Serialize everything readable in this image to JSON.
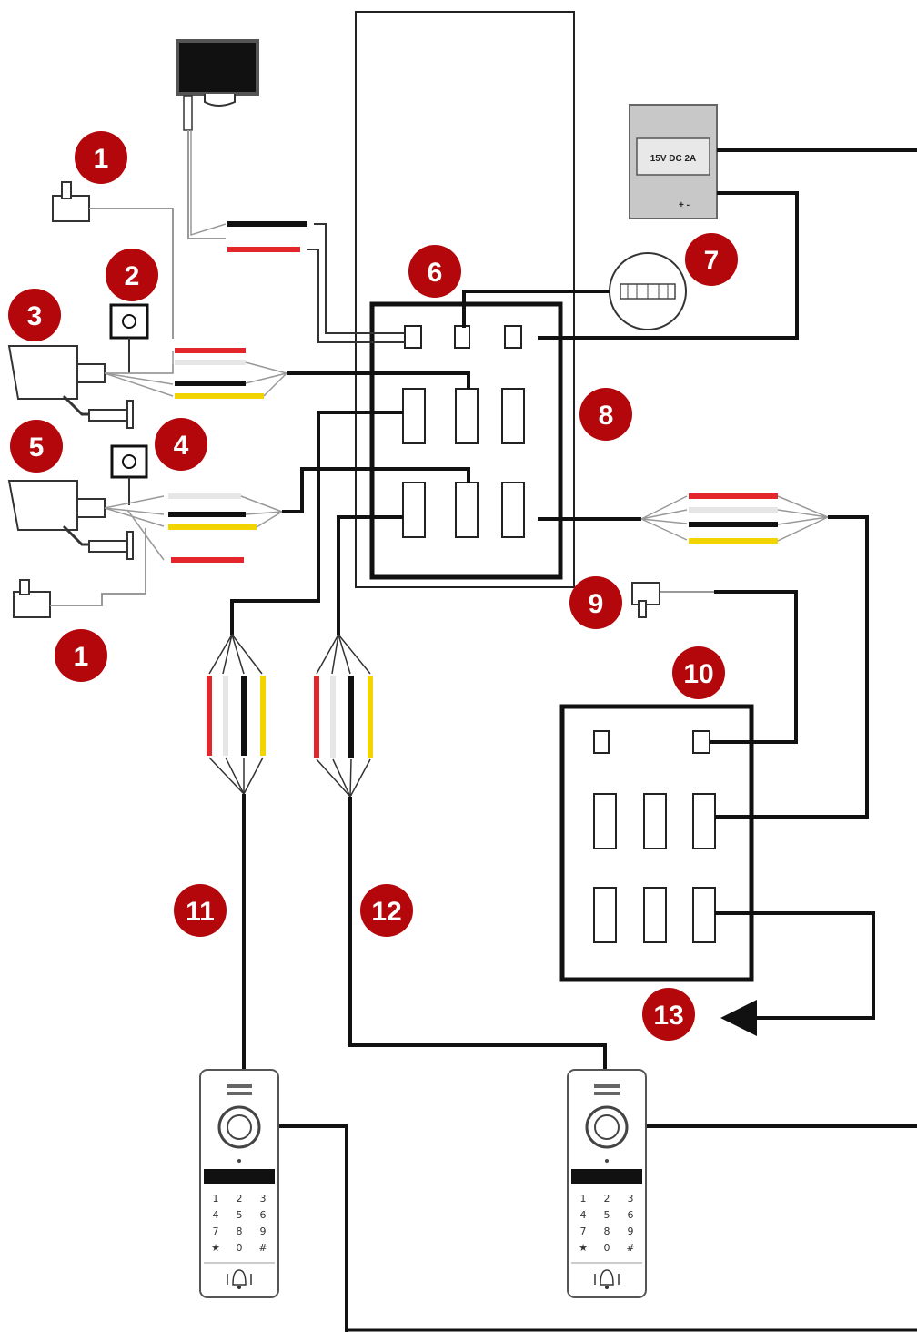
{
  "badges": [
    {
      "key": "b1a",
      "text": "1"
    },
    {
      "key": "b2",
      "text": "2"
    },
    {
      "key": "b3",
      "text": "3"
    },
    {
      "key": "b4",
      "text": "4"
    },
    {
      "key": "b5",
      "text": "5"
    },
    {
      "key": "b1b",
      "text": "1"
    },
    {
      "key": "b6",
      "text": "6"
    },
    {
      "key": "b7",
      "text": "7"
    },
    {
      "key": "b8",
      "text": "8"
    },
    {
      "key": "b9",
      "text": "9"
    },
    {
      "key": "b10",
      "text": "10"
    },
    {
      "key": "b11",
      "text": "11"
    },
    {
      "key": "b12",
      "text": "12"
    },
    {
      "key": "b13",
      "text": "13"
    }
  ],
  "power_supply": {
    "label": "15V DC 2A",
    "terminals": "+ -"
  },
  "keypad": {
    "rows": [
      [
        "1",
        "2",
        "3"
      ],
      [
        "4",
        "5",
        "6"
      ],
      [
        "7",
        "8",
        "9"
      ],
      [
        "★",
        "0",
        "#"
      ]
    ]
  },
  "wire_colors": {
    "red": "#e3262b",
    "white": "#e6e6e6",
    "black": "#111111",
    "yellow": "#f2d400"
  },
  "colors": {
    "badge": "#b3070b",
    "line": "#111111"
  }
}
